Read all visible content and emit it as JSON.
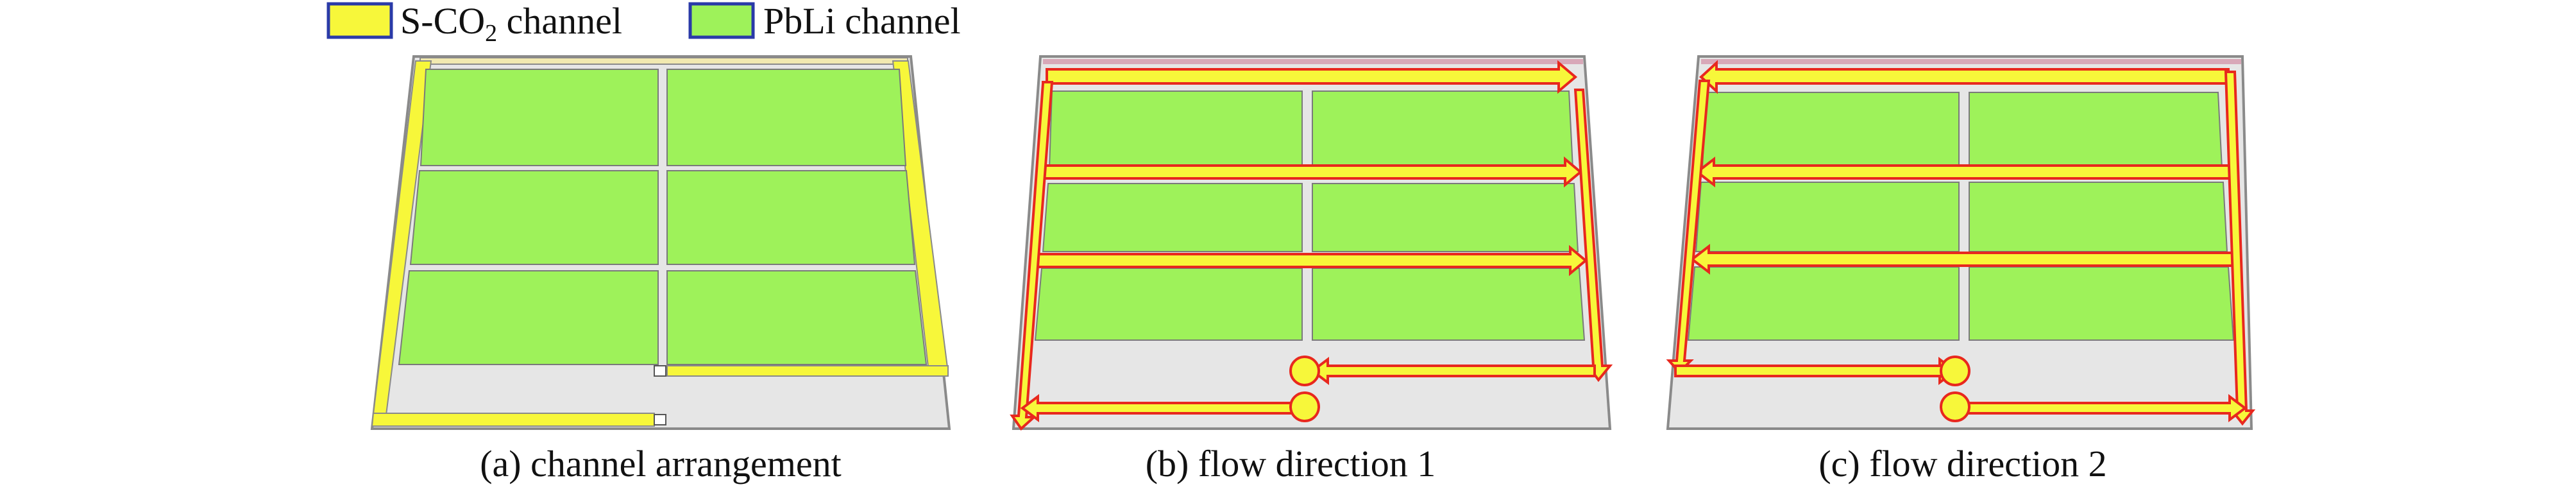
{
  "legend": {
    "items": [
      {
        "label": "S-CO",
        "subscript": "2",
        "suffix": " channel",
        "color": "#f7f73a",
        "border": "#2a3aa8"
      },
      {
        "label": "PbLi channel",
        "color": "#9ef25a",
        "border": "#2a3aa8"
      }
    ]
  },
  "panels": [
    {
      "caption": "(a) channel arrangement"
    },
    {
      "caption": "(b) flow direction 1"
    },
    {
      "caption": "(c) flow direction 2"
    }
  ],
  "colors": {
    "pbli": "#9ef25a",
    "sco2": "#f7f73a",
    "arrow_outline": "#e8281e",
    "background_plate": "#e6e6e6",
    "plate_border": "#8a8a8a",
    "top_strip": "#d8a8b8",
    "header_bar": "#b9a3c9"
  }
}
